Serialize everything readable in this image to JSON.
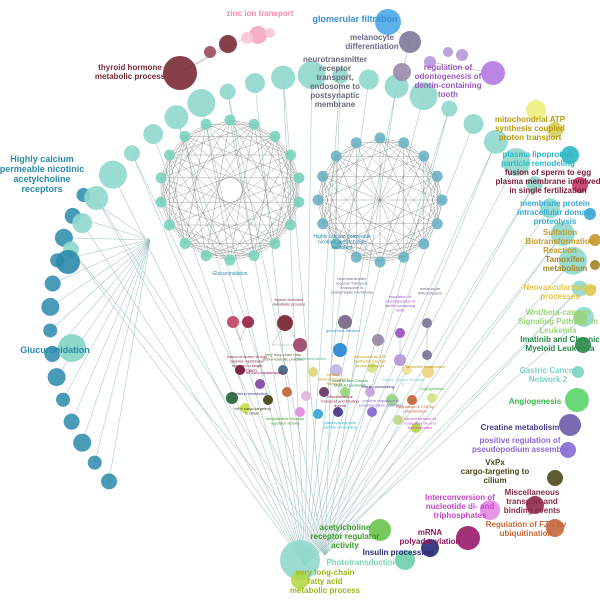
{
  "network": {
    "clusters": {
      "zinc": {
        "label": "zinc ion transport",
        "color": "#f4a6c0"
      },
      "glomerular": {
        "label": "glomerular filtration",
        "color": "#3a8fd6"
      },
      "melanocyte": {
        "label": "melanocyte differentiation",
        "color": "#7a7a9a"
      },
      "neurotrans": {
        "label": "neurotransmitter receptor transport, endosome to postsynaptic membrane",
        "color": "#7a7a8a"
      },
      "odontogen": {
        "label": "regulation of odontogenesis of dentin-containing tooth",
        "color": "#9b59c4"
      },
      "thyroid": {
        "label": "thyroid hormone metabolic process",
        "color": "#7a2a36"
      },
      "mitoatp": {
        "label": "mitochondrial ATP synthesis coupled proton transport",
        "color": "#d6b818"
      },
      "plasmalipo": {
        "label": "plasma lipoprotein particle remodeling",
        "color": "#2fb6c4"
      },
      "sperm": {
        "label": "fusion of sperm to egg plasma membrane involved in single fertilization",
        "color": "#7a1a3a"
      },
      "memprot": {
        "label": "membrane protein intracellular domain proteolysis",
        "color": "#3aa6d6"
      },
      "sulfation": {
        "label": "Sulfation Biotransformation Reaction",
        "color": "#c49a2a"
      },
      "tamoxifen": {
        "label": "Tamoxifen metabolism",
        "color": "#a08424"
      },
      "neovasc": {
        "label": "Neovascularisation processes",
        "color": "#e0c84a"
      },
      "wnt": {
        "label": "Wnt/beta-catenin Signaling Pathway in Leukemia",
        "color": "#9ad47a"
      },
      "imatinib": {
        "label": "Imatinib and Chronic Myeloid Leukemia",
        "color": "#2a8a4a"
      },
      "gastric": {
        "label": "Gastric Cancer Network 2",
        "color": "#7ad4c4"
      },
      "angio": {
        "label": "Angiogenesis",
        "color": "#3ab84a"
      },
      "creatine": {
        "label": "Creatine metabolism",
        "color": "#4a3a8a"
      },
      "pseudopod": {
        "label": "positive regulation of pseudopodium assembly",
        "color": "#8a6ad4"
      },
      "vxpx": {
        "label": "VxPx cargo-targeting to cilium",
        "color": "#4a4a1a"
      },
      "misc": {
        "label": "Miscellaneous transport and binding events",
        "color": "#8a2a4a"
      },
      "fzd": {
        "label": "Regulation of FZD by ubiquitination",
        "color": "#c4683a"
      },
      "nucleotide": {
        "label": "Interconversion of nucleotide di- and triphosphates",
        "color": "#c448c4"
      },
      "mrna": {
        "label": "mRNA polyadenylation",
        "color": "#8a1a5a"
      },
      "insulin": {
        "label": "Insulin processing",
        "color": "#2a2a7a"
      },
      "achreg": {
        "label": "acetylcholine receptor regulator activity",
        "color": "#3a9a2a"
      },
      "phototrans": {
        "label": "Phototransduction",
        "color": "#7ad4b4"
      },
      "vlcfa": {
        "label": "very long-chain fatty acid metabolic process",
        "color": "#9ab81a"
      },
      "glucuron": {
        "label": "Glucuronidation",
        "color": "#2a8aaa"
      },
      "calcium": {
        "label": "Highly calcium permeable nicotinic acetylcholine receptors",
        "color": "#2a8aaa"
      }
    },
    "center_labels": {
      "ring_left": "Glucuronidation",
      "ring_right": "Highly calcium permeable nicotinic acetylcholine receptors"
    },
    "mini_labels": {
      "thyroid": "thyroid hormone metabolic process",
      "neuro": "neurotransmitter receptor transport, endosome to postsynaptic membrane",
      "odonto": "regulation of odontogenesis of dentin-containing tooth",
      "melano": "melanocyte differentiation",
      "glomer": "glomerular filtration",
      "sperm": "fusion of sperm to egg plasma membrane involved in single fertilization",
      "vlcfa": "very long-chain fatty acid metabolic process",
      "photo": "Phototransduction",
      "mito": "mitochondrial ATP synthesis coupled proton transport",
      "tamox": "Tamoxifen metabolism",
      "mrna": "mRNA polyadenylation",
      "sulfation": "Sulfation Biotransformation Reaction",
      "imatinib": "Imatinib and Chronic Myeloid Leukemia",
      "insulin": "Insulin processing",
      "gastric": "Gastric Cancer Network 2",
      "angio": "Angiogenesis",
      "creatine": "Creatine metabolism",
      "misc": "Miscellaneous transport and binding events",
      "pospseudo": "positive regulation of pseudopodium assembly",
      "fzd": "Regulation of FZD by ubiquitination",
      "vxpx": "VxPx cargo-targeting to cilium",
      "achreg": "acetylcholine receptor regulator activity",
      "plasma": "plasma lipoprotein particle remodeling",
      "interconv": "Interconversion of nucleotide di- and triphosphates"
    }
  }
}
